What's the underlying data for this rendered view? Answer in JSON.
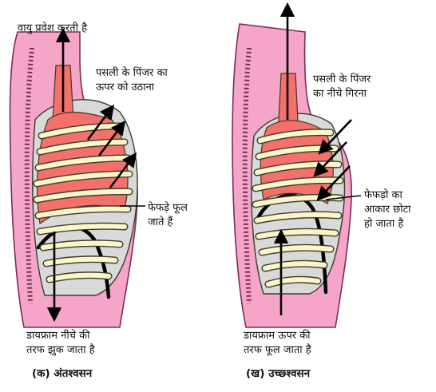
{
  "colors": {
    "skin": "#f5a6c8",
    "skin_outline": "#7a2d56",
    "lung": "#f4706a",
    "rib": "#fbf6c9",
    "rib_outline": "#3a3a2a",
    "cavity": "#d9d9d9",
    "diaphragm": "#000000",
    "arrow": "#000000"
  },
  "panel_a": {
    "air_label": "वायु प्रवेश करती है",
    "ribs_label": [
      "पसली के पिंजर का",
      "ऊपर को उठाना"
    ],
    "lungs_label": [
      "फेफड़े फूल",
      "जाते हैं"
    ],
    "diaphragm_label": [
      "डायफ्राम नीचे की",
      "तरफ झुक जाता है"
    ],
    "caption": "(क) अंतश्वसन",
    "icons": [
      "air-in-arrow-icon",
      "rib-up-arrow-icon",
      "diaphragm-down-arrow-icon"
    ]
  },
  "panel_b": {
    "ribs_label": [
      "पसली के पिंजर",
      "का नीचे गिरना"
    ],
    "lungs_label": [
      "फेफड़ो का",
      "आकार छोटा",
      "हो जाता है"
    ],
    "diaphragm_label": [
      "डायफ्राम ऊपर की",
      "तरफ फूल जाता है"
    ],
    "caption": "(ख) उच्छ्श्वसन",
    "icons": [
      "air-out-arrow-icon",
      "rib-down-arrow-icon",
      "diaphragm-up-arrow-icon"
    ]
  }
}
